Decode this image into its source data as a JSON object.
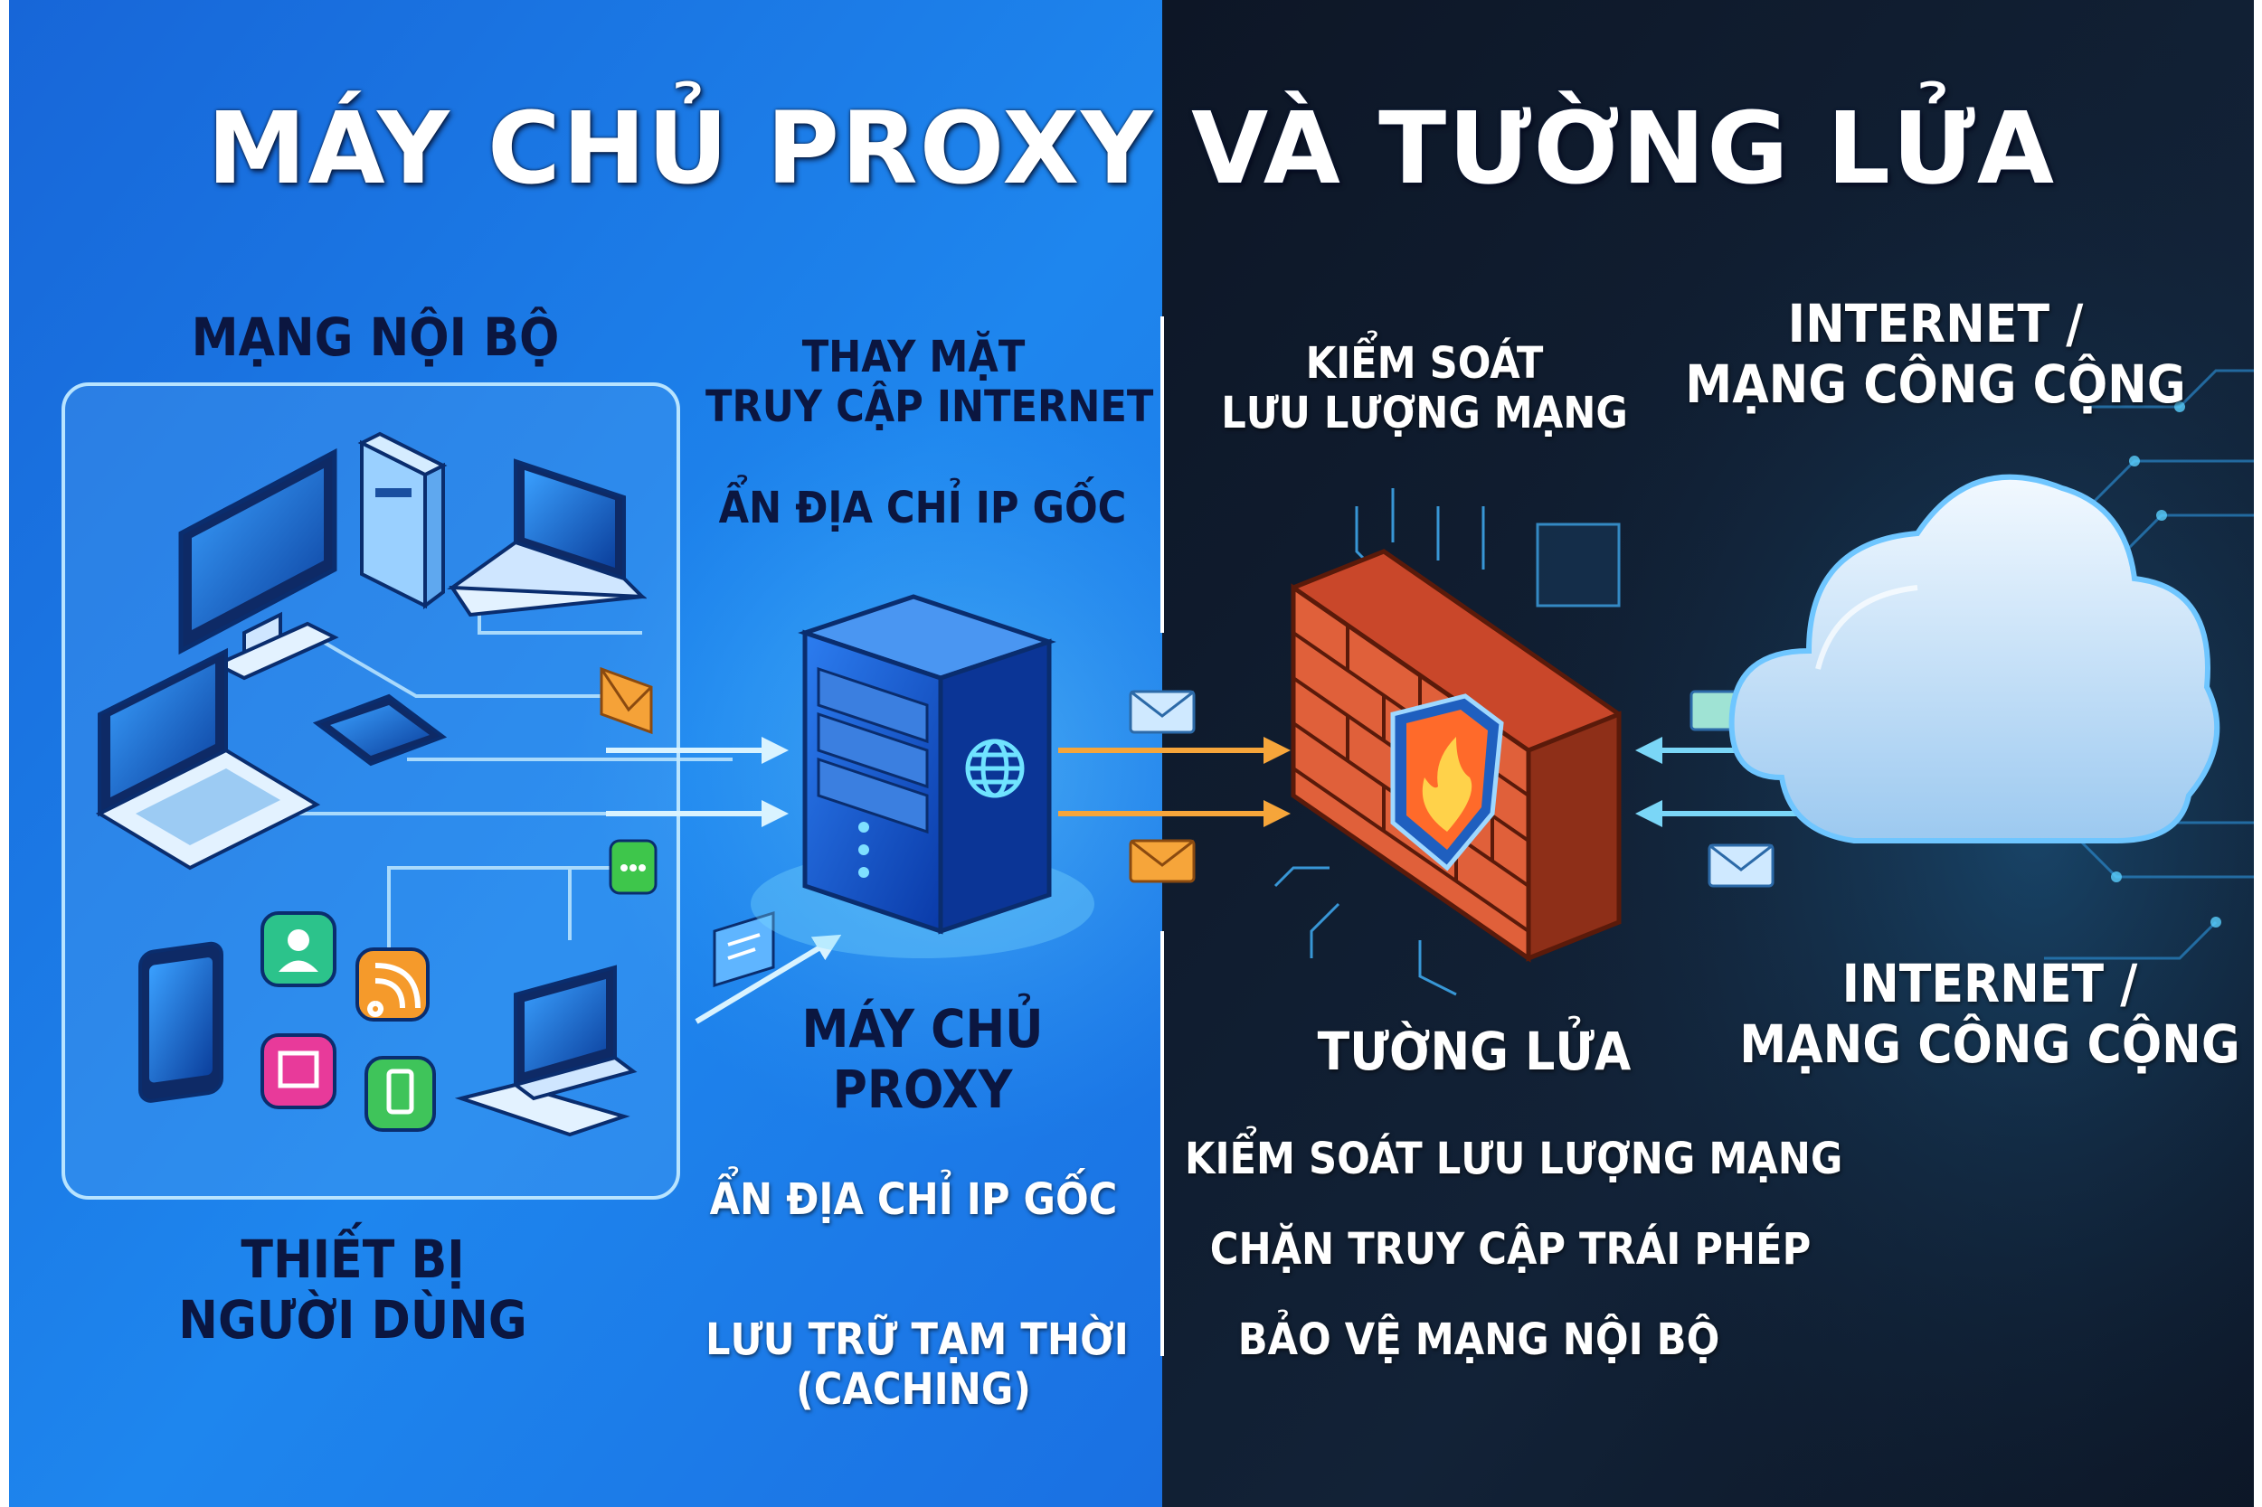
{
  "title": "MÁY CHỦ PROXY VÀ TƯỜNG LỬA",
  "left_panel": {
    "network_label": "MẠNG NỘI BỘ",
    "devices_label": [
      "THIẾT BỊ",
      "NGƯỜI DÙNG"
    ]
  },
  "proxy": {
    "top_features": [
      "THAY MẶT",
      "TRUY CẬP INTERNET"
    ],
    "top_feature_2": "ẨN ĐỊA CHỈ IP GỐC",
    "name": [
      "MÁY CHỦ",
      "PROXY"
    ],
    "bottom_feature_1": "ẨN ĐỊA CHỈ IP GỐC",
    "bottom_feature_2": [
      "LƯU TRỮ TẠM THỜI",
      "(CACHING)"
    ]
  },
  "firewall": {
    "top_feature": [
      "KIỂM SOÁT",
      "LƯU LƯỢNG MẠNG"
    ],
    "name": "TƯỜNG LỬA",
    "features": [
      "KIỂM SOÁT LƯU LƯỢNG MẠNG",
      "CHẶN TRUY CẬP TRÁI PHÉP",
      "BẢO VỆ MẠNG NỘI BỘ"
    ]
  },
  "internet": {
    "top_label": [
      "INTERNET /",
      "MẠNG CÔNG CỘNG"
    ],
    "bottom_label": [
      "INTERNET /",
      "MẠNG CÔNG CỘNG"
    ]
  },
  "colors": {
    "left_bg": "#1a6fe0",
    "right_bg": "#0f1a2c",
    "arrow_orange": "#f0a23c",
    "arrow_blue": "#6fd0f5",
    "brick": "#e0603a",
    "cloud": "#cfe8ff"
  },
  "icons": [
    "desktop-computer-icon",
    "laptop-icon",
    "tablet-icon",
    "smartphone-icon",
    "server-icon",
    "firewall-icon",
    "cloud-icon",
    "email-icon",
    "chat-icon",
    "app-icon",
    "contact-icon",
    "rss-icon",
    "globe-icon",
    "shield-flame-icon"
  ]
}
